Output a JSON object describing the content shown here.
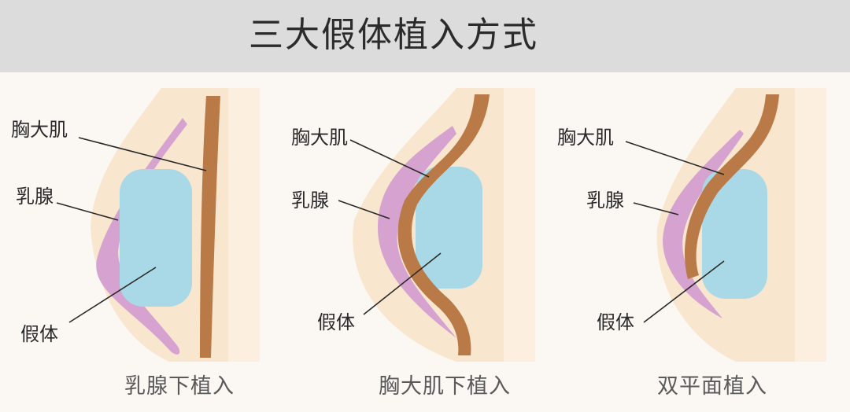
{
  "title": "三大假体植入方式",
  "labels": {
    "muscle": "胸大肌",
    "gland": "乳腺",
    "implant": "假体"
  },
  "panels": [
    {
      "caption": "乳腺下植入"
    },
    {
      "caption": "胸大肌下植入"
    },
    {
      "caption": "双平面植入"
    }
  ],
  "colors": {
    "header": "#dcdcdc",
    "skin": "#f8e6cf",
    "muscle": "#b97a48",
    "gland": "#d6a2d0",
    "implant": "#a9d9e6"
  }
}
